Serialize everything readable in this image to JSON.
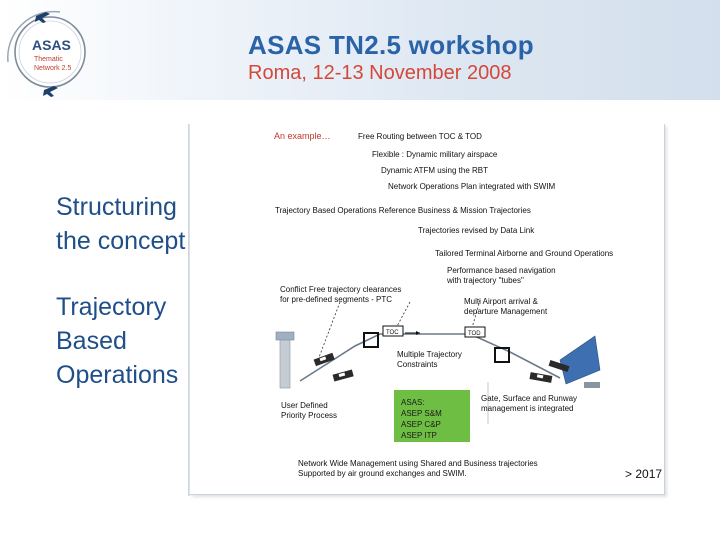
{
  "header": {
    "logo_text_main": "ASAS",
    "logo_text_sub1": "Thematic",
    "logo_text_sub2": "Network 2.5",
    "title": "ASAS TN2.5 workshop",
    "subtitle": "Roma, 12-13 November 2008"
  },
  "sidebar": {
    "heading1": "Structuring\nthe concept",
    "heading2": "Trajectory\nBased\nOperations"
  },
  "diagram": {
    "example": "An example…",
    "labels": {
      "free_routing": "Free Routing between TOC & TOD",
      "flexible": "Flexible : Dynamic military airspace",
      "dynamic_atfm": "Dynamic ATFM using the RBT",
      "network_ops": "Network Operations Plan integrated with SWIM",
      "tbo": "Trajectory Based Operations  Reference Business & Mission Trajectories",
      "revised": "Trajectories revised by Data Link",
      "tailored": "Tailored Terminal Airborne and Ground Operations",
      "pbn": "Performance based navigation\nwith trajectory \"tubes\"",
      "conflict_free": "Conflict Free trajectory clearances\nfor pre-defined segments - PTC",
      "multi_airport": "Multi Airport arrival &\ndeparture Management",
      "toc": "TOC",
      "tod": "TOD",
      "multiple_constraints": "Multiple Trajectory\nConstraints",
      "user_defined": "User Defined\nPriority Process",
      "asas": "ASAS:\nASEP S&M\nASEP C&P\nASEP ITP",
      "gate": "Gate, Surface and Runway\nmanagement is integrated",
      "network_wide": "Network Wide Management using Shared and Business trajectories\nSupported by air ground exchanges and SWIM."
    },
    "year": "> 2017"
  },
  "colors": {
    "title_blue": "#2a63a8",
    "subtitle_red": "#d4483a",
    "sidebar_blue": "#1f4e89",
    "example_red": "#c0392b",
    "asas_green": "#6fbe44"
  }
}
